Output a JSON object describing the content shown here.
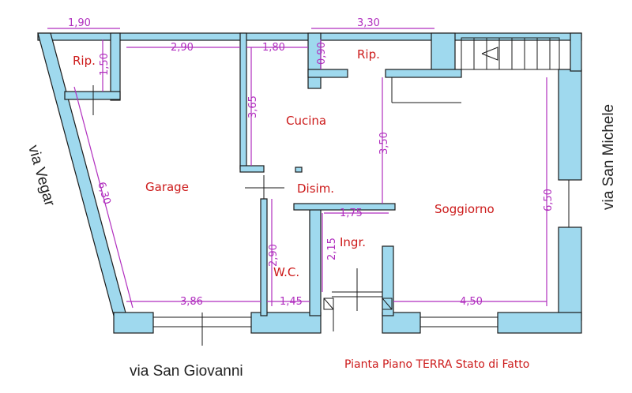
{
  "rooms": {
    "rip_left": "Rip.",
    "rip_top": "Rip.",
    "cucina": "Cucina",
    "garage": "Garage",
    "disim": "Disim.",
    "soggiorno": "Soggiorno",
    "ingr": "Ingr.",
    "wc": "W.C."
  },
  "dimensions": {
    "d_1_90": "1,90",
    "d_3_30": "3,30",
    "d_2_90": "2,90",
    "d_1_80": "1,80",
    "d_0_90": "0,90",
    "d_1_50": "1,50",
    "d_3_65": "3,65",
    "d_3_50": "3,50",
    "d_6_30": "6,30",
    "d_6_50": "6,50",
    "d_1_75": "1,75",
    "d_2_15": "2,15",
    "d_2_90_wc": "2,90",
    "d_3_86": "3,86",
    "d_1_45": "1,45",
    "d_4_50": "4,50"
  },
  "streets": {
    "west": "via Vegar",
    "east": "via San Michele",
    "south": "via San Giovanni"
  },
  "caption": "Pianta Piano TERRA Stato di Fatto",
  "colors": {
    "wall_fill": "#9fd9ee",
    "dimension": "#b12fbf",
    "room_label": "#cc1a1a"
  }
}
